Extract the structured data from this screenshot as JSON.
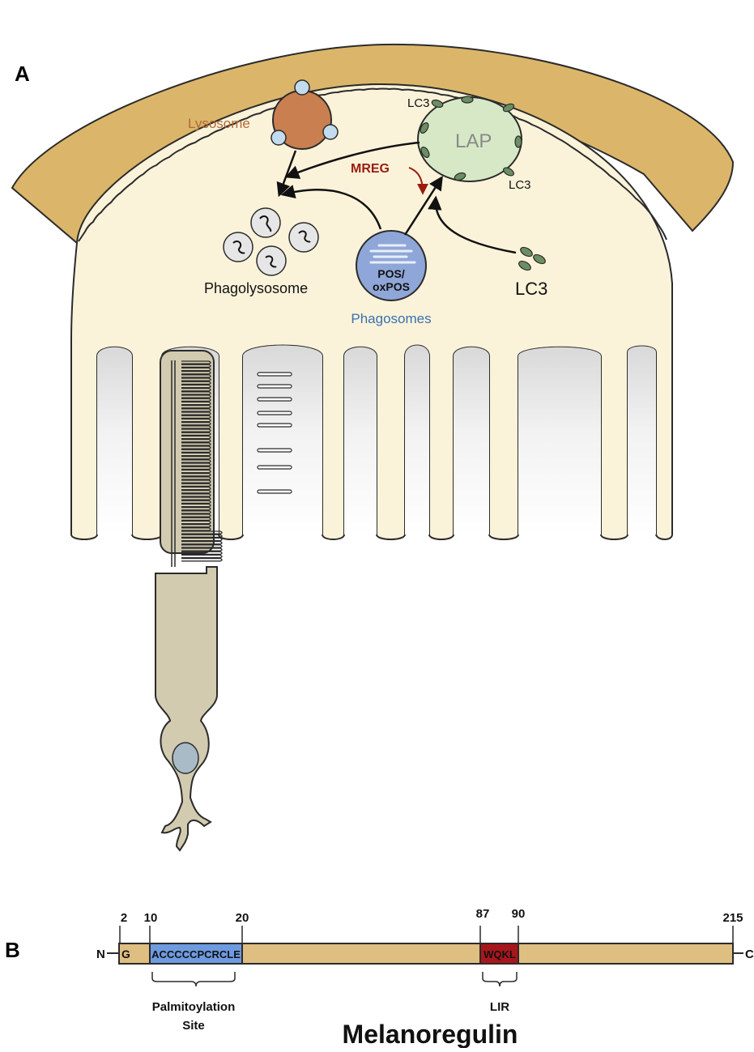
{
  "panel_a": {
    "label": "A",
    "lysosome": "Lysosome",
    "lap": "LAP",
    "lc3_top": "LC3",
    "lc3_right": "LC3",
    "lc3_free": "LC3",
    "mreg": "MREG",
    "phagolysosome": "Phagolysosome",
    "pos_line1": "POS/",
    "pos_line2": "oxPOS",
    "phagosomes": "Phagosomes"
  },
  "panel_b": {
    "label": "B",
    "n_term": "N",
    "c_term": "C",
    "pos_2": "2",
    "pos_10": "10",
    "pos_20": "20",
    "pos_87": "87",
    "pos_90": "90",
    "pos_215": "215",
    "g_residue": "G",
    "palm_seq": "ACCCCCPCRCLE",
    "lir_seq": "WQKL",
    "palm_label_1": "Palmitoylation",
    "palm_label_2": "Site",
    "lir_label": "LIR",
    "protein_name": "Melanoregulin"
  },
  "colors": {
    "cell_fill": "#fbf3d9",
    "cap_fill": "#dbb66a",
    "lysosome": "#c97f4f",
    "lap_fill": "#d7e8c6",
    "lc3": "#6b8e62",
    "mreg": "#9a1c10",
    "phagosome": "#8fa6d8",
    "photoreceptor": "#d2cbb0",
    "palm_box": "#6e9be0",
    "lir_box": "#a8161c",
    "bar_fill": "#dfbe82"
  }
}
